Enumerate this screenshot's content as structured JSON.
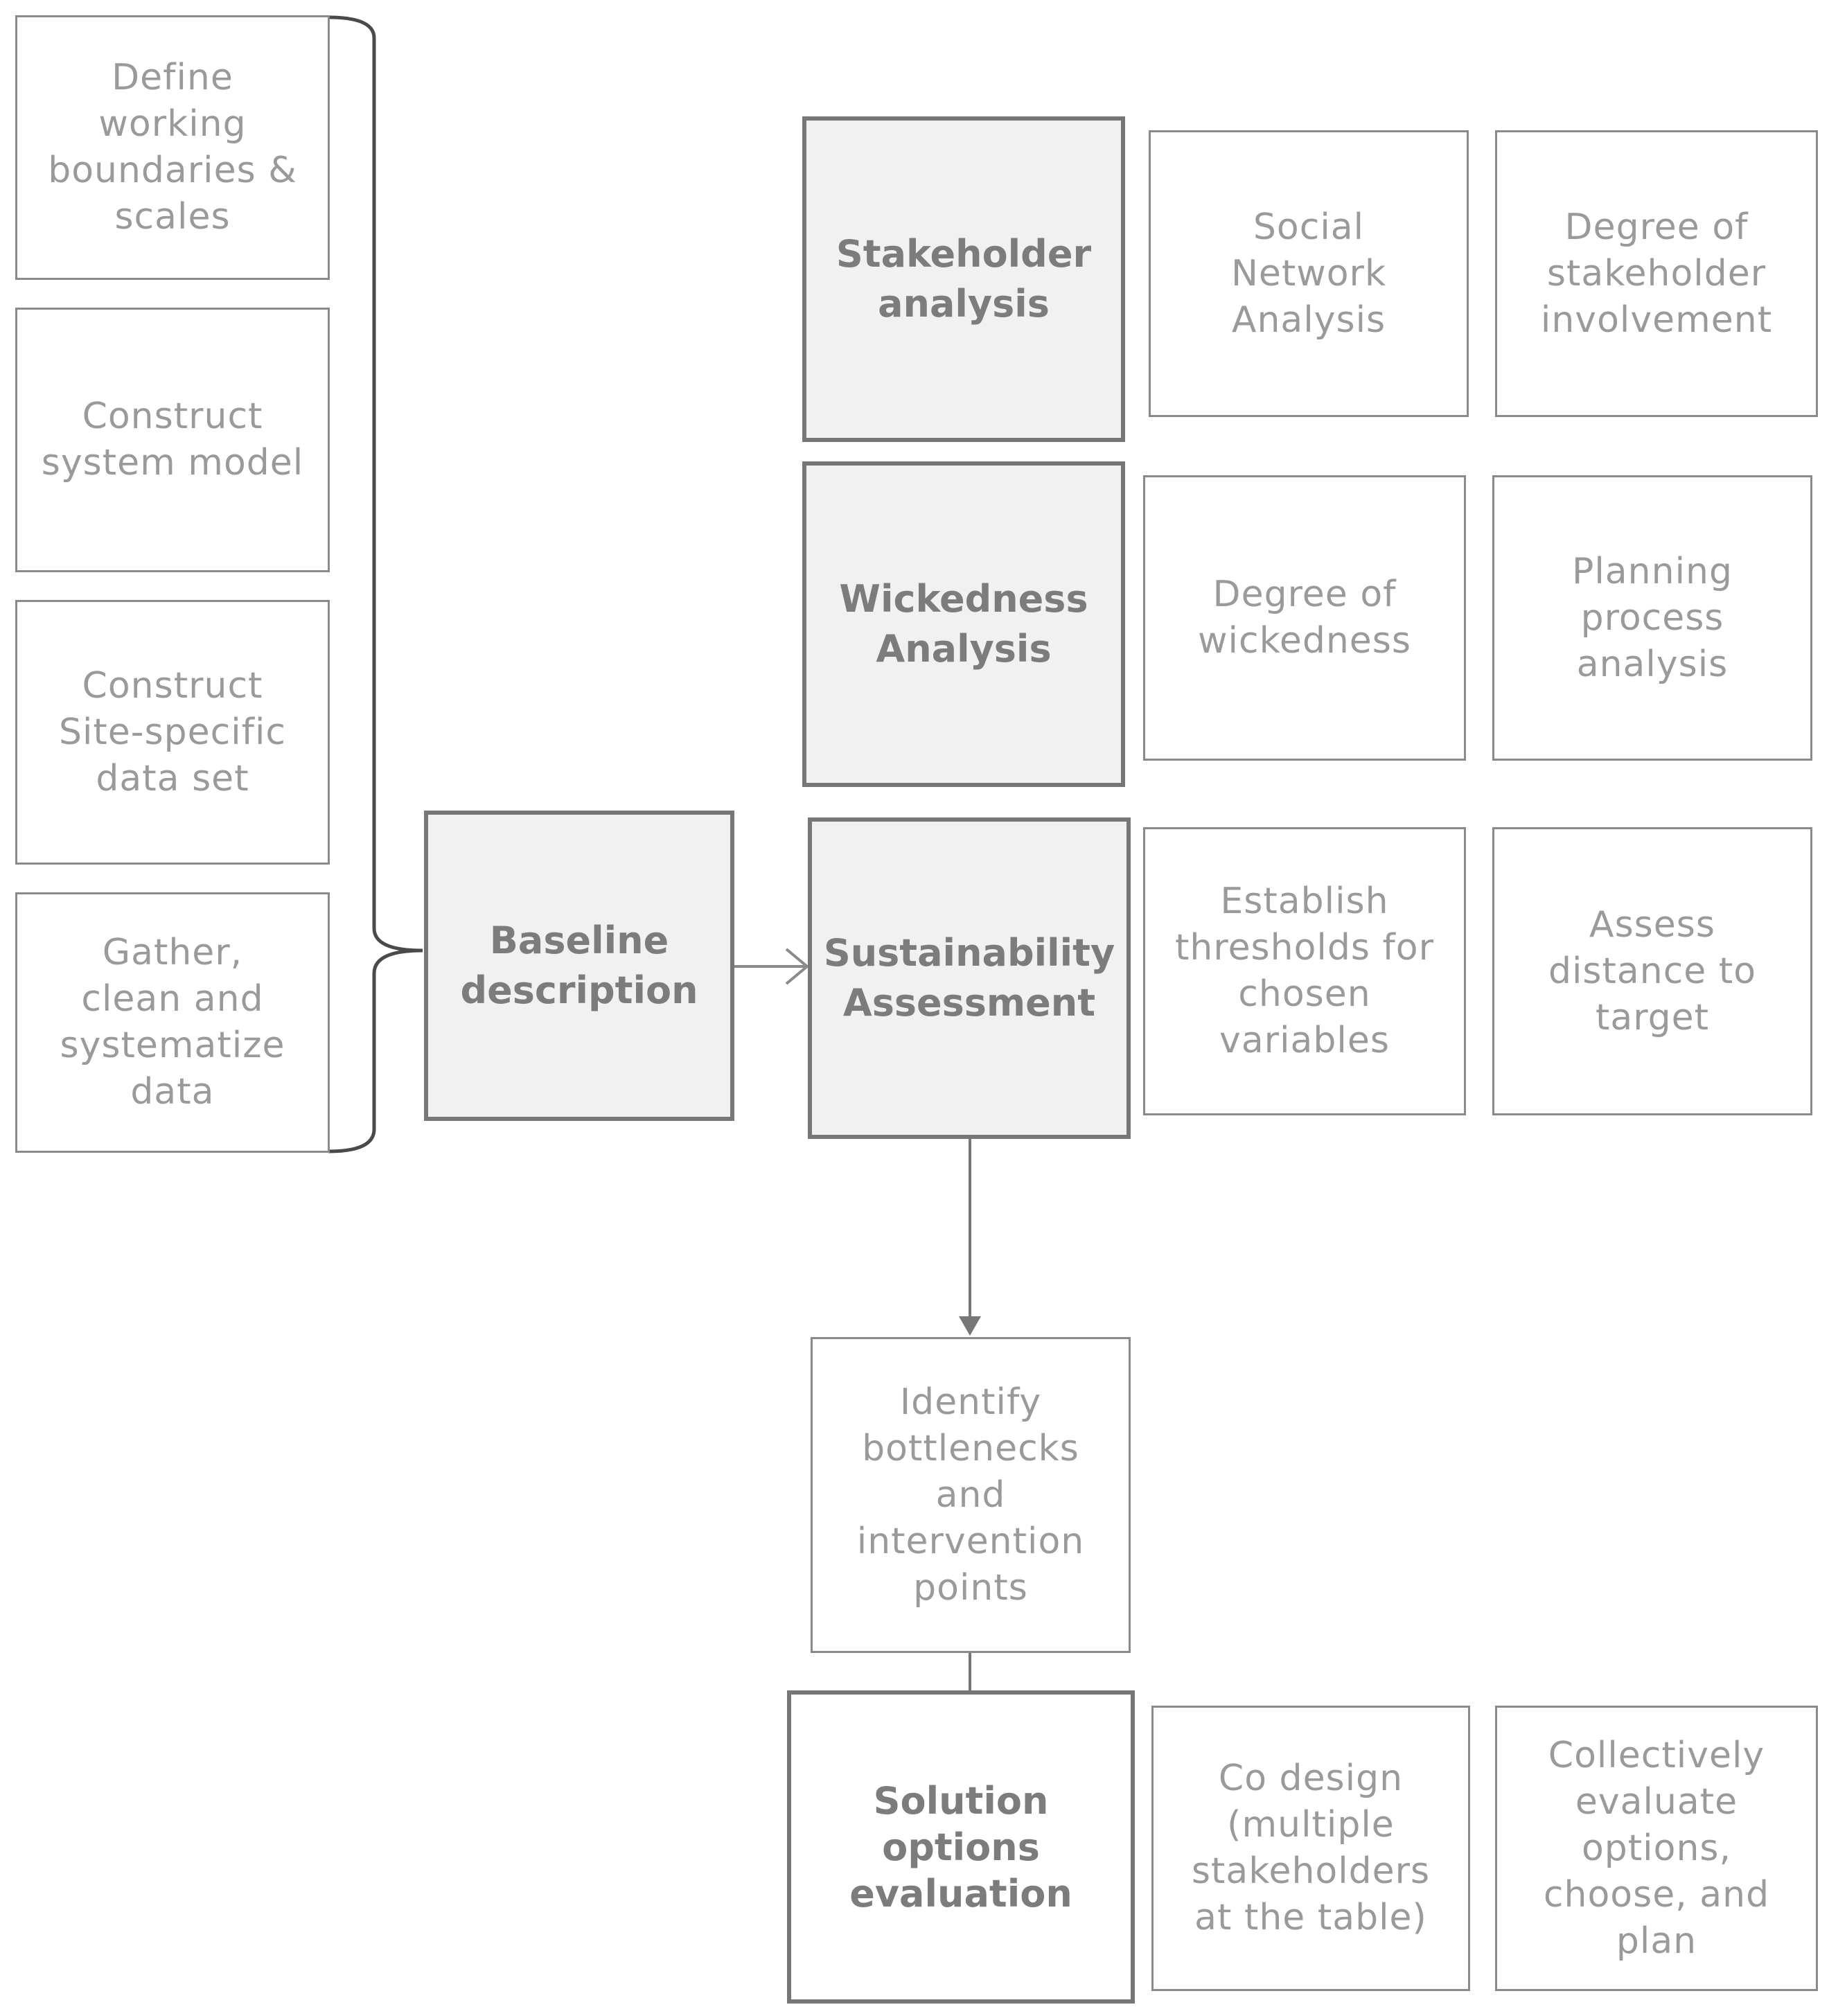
{
  "diagram": {
    "inputs": {
      "define_boundaries": "Define\nworking\nboundaries &\nscales",
      "construct_system_model": "Construct\nsystem model",
      "construct_dataset": "Construct\nSite-specific\ndata set",
      "gather_data": "Gather,\nclean and\nsystematize\ndata"
    },
    "baseline": "Baseline\ndescription",
    "stakeholder": {
      "title": "Stakeholder\nanalysis",
      "sna": "Social\nNetwork\nAnalysis",
      "involvement": "Degree of\nstakeholder\ninvolvement"
    },
    "wickedness": {
      "title": "Wickedness\nAnalysis",
      "degree": "Degree of\nwickedness",
      "planning": "Planning\nprocess\nanalysis"
    },
    "sustainability": {
      "title": "Sustainability\nAssessment",
      "thresholds": "Establish\nthresholds for\nchosen\nvariables",
      "distance": "Assess\ndistance to\ntarget"
    },
    "bottlenecks": "Identify\nbottlenecks\nand\nintervention\npoints",
    "solution": {
      "title": "Solution\noptions\nevaluation",
      "codesign": "Co design\n(multiple\nstakeholders\nat the table)",
      "evaluate": "Collectively\nevaluate\noptions,\nchoose, and\nplan"
    },
    "colors": {
      "border": "#777777",
      "light_border": "#8a8a8a",
      "fill": "#f1f1f1",
      "text": "#9a9a9a",
      "bold_text": "#7c7c7c"
    }
  }
}
